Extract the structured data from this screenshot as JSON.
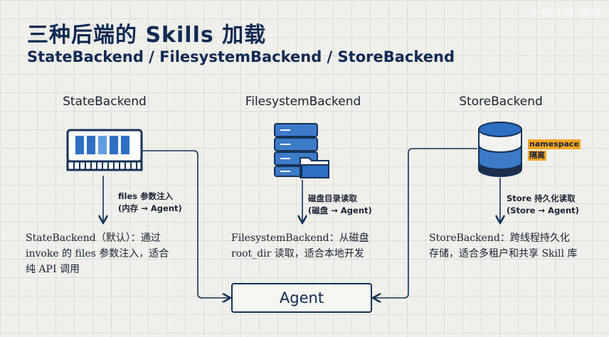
{
  "title": "三种后端的 Skills 加载",
  "subtitle": "StateBackend / FilesystemBackend / StoreBackend",
  "watermark": "北奇北鼎·编程",
  "columns": [
    {
      "name": "StateBackend",
      "icon": "memory-chip-icon",
      "arrow_label": [
        "files 参数注入",
        "(内存 → Agent)"
      ],
      "description": [
        "StateBackend（默认）：通过",
        "invoke 的 files 参数注入，适合",
        "纯 API 调用"
      ]
    },
    {
      "name": "FilesystemBackend",
      "icon": "server-folder-icon",
      "arrow_label": [
        "磁盘目录读取",
        "(磁盘 → Agent)"
      ],
      "description": [
        "FilesystemBackend：从磁盘",
        "root_dir 读取，适合本地开发"
      ]
    },
    {
      "name": "StoreBackend",
      "icon": "database-icon",
      "arrow_label": [
        "Store 持久化读取",
        "(Store → Agent)"
      ],
      "description": [
        "StoreBackend：跨线程持久化",
        "存储，适合多租户和共享 Skill 库"
      ],
      "tag": [
        "namespace",
        "隔离"
      ]
    }
  ],
  "agent": "Agent",
  "colors": {
    "navy": "#163257",
    "blue": "#2f6fc2",
    "light_blue": "#5f9fe0",
    "orange": "#f5a623"
  }
}
